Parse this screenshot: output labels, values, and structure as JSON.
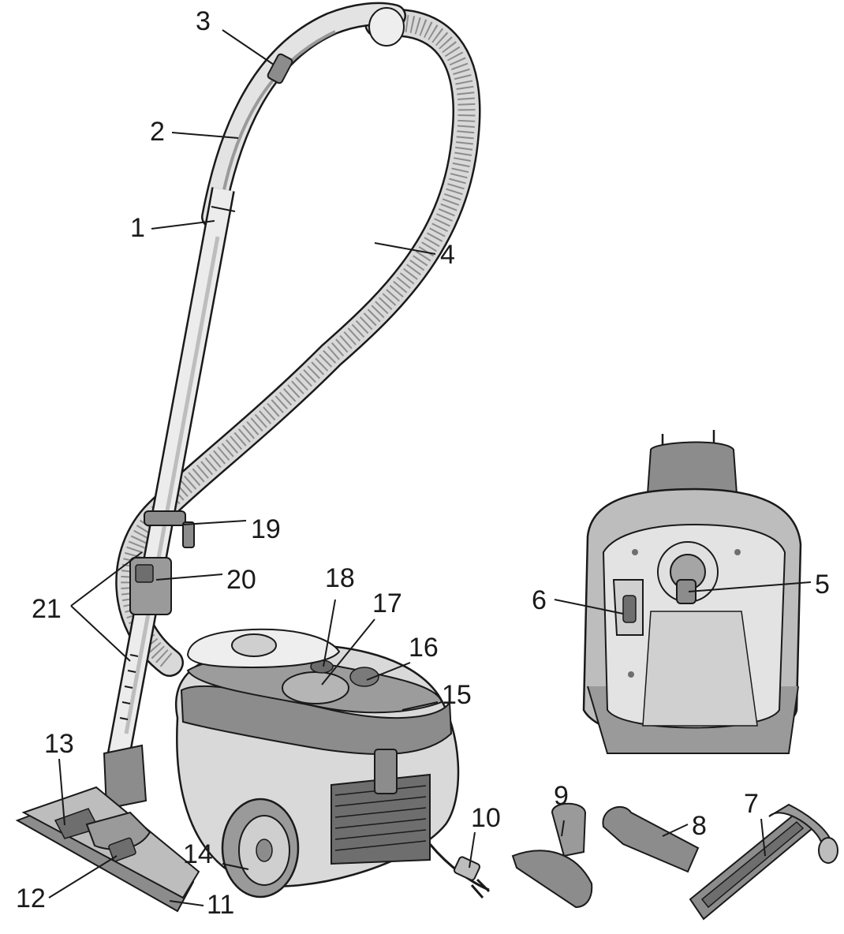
{
  "colors": {
    "outline": "#1a1a1a",
    "light_gray": "#d9d9d9",
    "mid_gray": "#bdbdbd",
    "dark_gray": "#8c8c8c",
    "pale": "#ececec"
  },
  "callouts": {
    "c1": "1",
    "c2": "2",
    "c3": "3",
    "c4": "4",
    "c5": "5",
    "c6": "6",
    "c7": "7",
    "c8": "8",
    "c9": "9",
    "c10": "10",
    "c11": "11",
    "c12": "12",
    "c13": "13",
    "c14": "14",
    "c15": "15",
    "c16": "16",
    "c17": "17",
    "c18": "18",
    "c19": "19",
    "c20": "20",
    "c21": "21"
  }
}
